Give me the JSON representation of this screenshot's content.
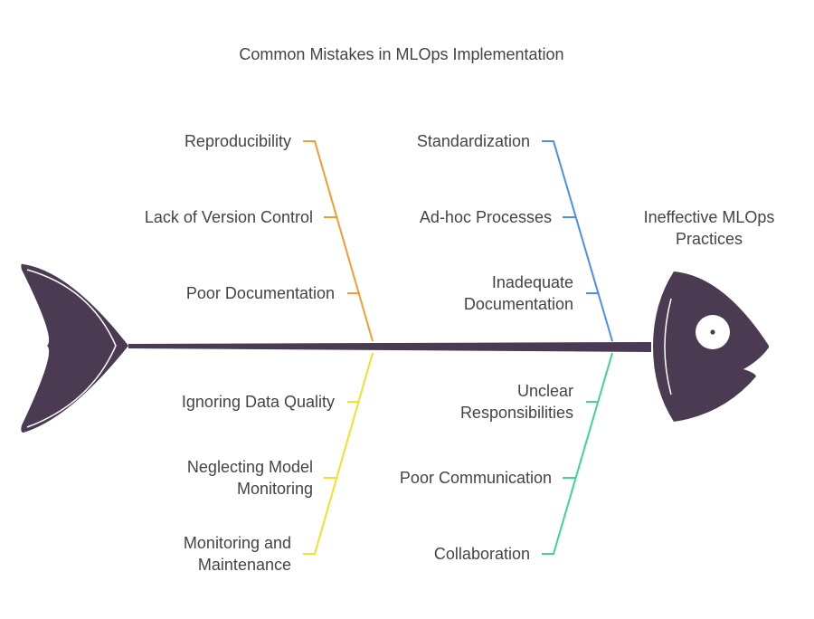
{
  "title": "Common Mistakes in MLOps Implementation",
  "head_label": "Ineffective MLOps Practices",
  "head_label_lines": [
    "Ineffective MLOps",
    "Practices"
  ],
  "categories": [
    {
      "name": "Reproducibility",
      "color": "#f39c32",
      "causes": [
        "Lack of Version Control",
        "Poor Documentation"
      ]
    },
    {
      "name": "Standardization",
      "color": "#4a8ef0",
      "causes": [
        "Ad-hoc Processes",
        "Inadequate Documentation"
      ]
    },
    {
      "name": "Monitoring and Maintenance",
      "color": "#f4df2c",
      "causes": [
        "Neglecting Model Monitoring",
        "Ignoring Data Quality"
      ]
    },
    {
      "name": "Collaboration",
      "color": "#3fd68c",
      "causes": [
        "Poor Communication",
        "Unclear Responsibilities"
      ]
    }
  ],
  "colors": {
    "fish": "#4a3a52",
    "fin_stroke": "#ffffff",
    "text": "#444444"
  }
}
